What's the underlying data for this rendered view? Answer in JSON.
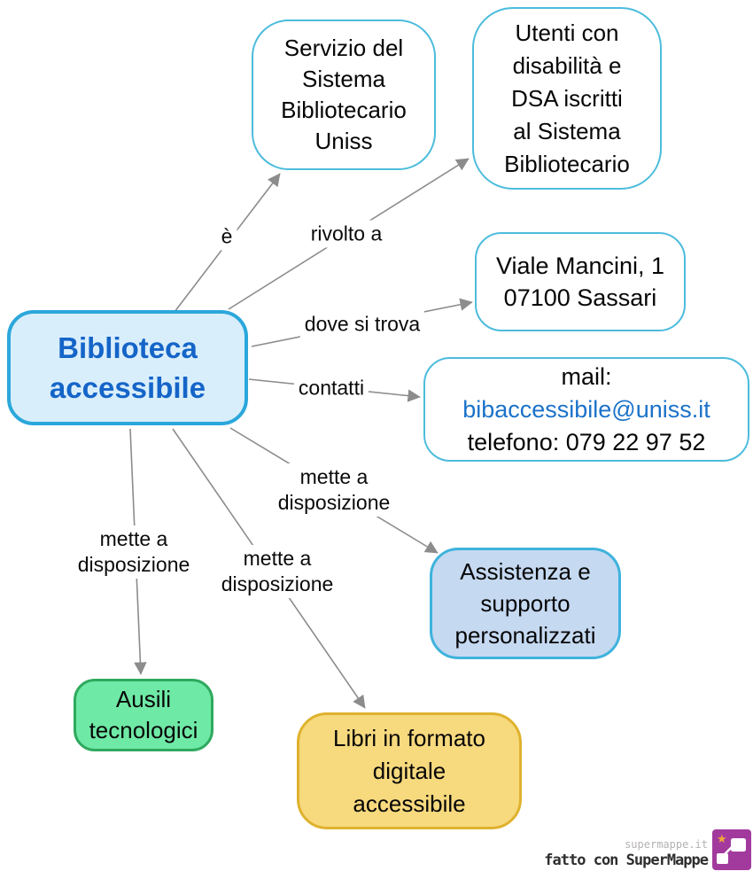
{
  "nodes": {
    "central": {
      "label": "Biblioteca\naccessibile"
    },
    "servizio": {
      "label": "Servizio del\nSistema\nBibliotecario\nUniss"
    },
    "utenti": {
      "label": "Utenti con\ndisabilità e\nDSA iscritti\nal Sistema\nBibliotecario"
    },
    "indirizzo": {
      "label": "Viale Mancini, 1\n07100 Sassari"
    },
    "contatti": {
      "mail_label": "mail:",
      "email": "bibaccessibile@uniss.it",
      "phone": "telefono: 079 22 97 52"
    },
    "assistenza": {
      "label": "Assistenza e\nsupporto\npersonalizzati"
    },
    "ausili": {
      "label": "Ausili\ntecnologici"
    },
    "libri": {
      "label": "Libri in formato\ndigitale\naccessibile"
    }
  },
  "edges": {
    "e": {
      "label": "è"
    },
    "rivolto_a": {
      "label": "rivolto a"
    },
    "dove_si_trova": {
      "label": "dove si trova"
    },
    "contatti": {
      "label": "contatti"
    },
    "mette_1": {
      "label": "mette a\ndisposizione"
    },
    "mette_2": {
      "label": "mette a\ndisposizione"
    },
    "mette_3": {
      "label": "mette a\ndisposizione"
    }
  },
  "footer": {
    "site": "supermappe.it",
    "credit": "fatto con SuperMappe"
  },
  "colors": {
    "central_fill": "#d9eefb",
    "central_border": "#2ba7db",
    "central_text": "#1565c8",
    "node_border": "#4cbcdc",
    "assistenza_fill": "#c5d9f1",
    "ausili_fill": "#6fe9a6",
    "ausili_border": "#2fa95e",
    "libri_fill": "#f7d97e",
    "libri_border": "#dfb22e",
    "edge_gray": "#8c8c8c",
    "email_link": "#1b72c9",
    "logo_purple": "#a23a9e",
    "logo_star": "#f2a73b"
  }
}
